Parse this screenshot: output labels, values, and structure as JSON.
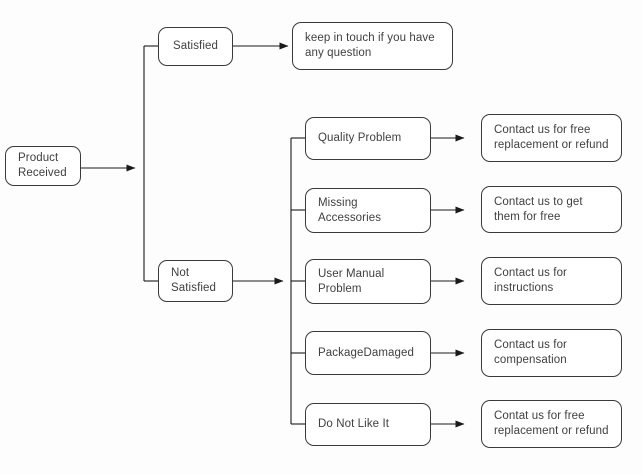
{
  "diagram": {
    "title": "Product Received after-sales decision flowchart",
    "type": "flowchart",
    "colors": {
      "node_border": "#3a3a3a",
      "node_fill": "#ffffff",
      "edge": "#1a1a1a",
      "text": "#404040",
      "background": "#fdfdfd"
    },
    "nodes": {
      "root": {
        "label": "Product\nReceived"
      },
      "satisfied": {
        "label": "Satisfied"
      },
      "not_satisfied": {
        "label": "Not\nSatisfied"
      },
      "satisfied_response": {
        "label": "keep in touch if you have\nany question"
      },
      "reasons": [
        {
          "label": "Quality Problem",
          "response": "Contact us for free\nreplacement or refund"
        },
        {
          "label": "Missing\nAccessories",
          "response": "Contact us to get\nthem for free"
        },
        {
          "label": "User Manual\nProblem",
          "response": "Contact us for\ninstructions"
        },
        {
          "label": "PackageDamaged",
          "response": "Contact us for\ncompensation"
        },
        {
          "label": "Do Not Like It",
          "response": "Contat us for free\nreplacement or refund"
        }
      ]
    }
  }
}
